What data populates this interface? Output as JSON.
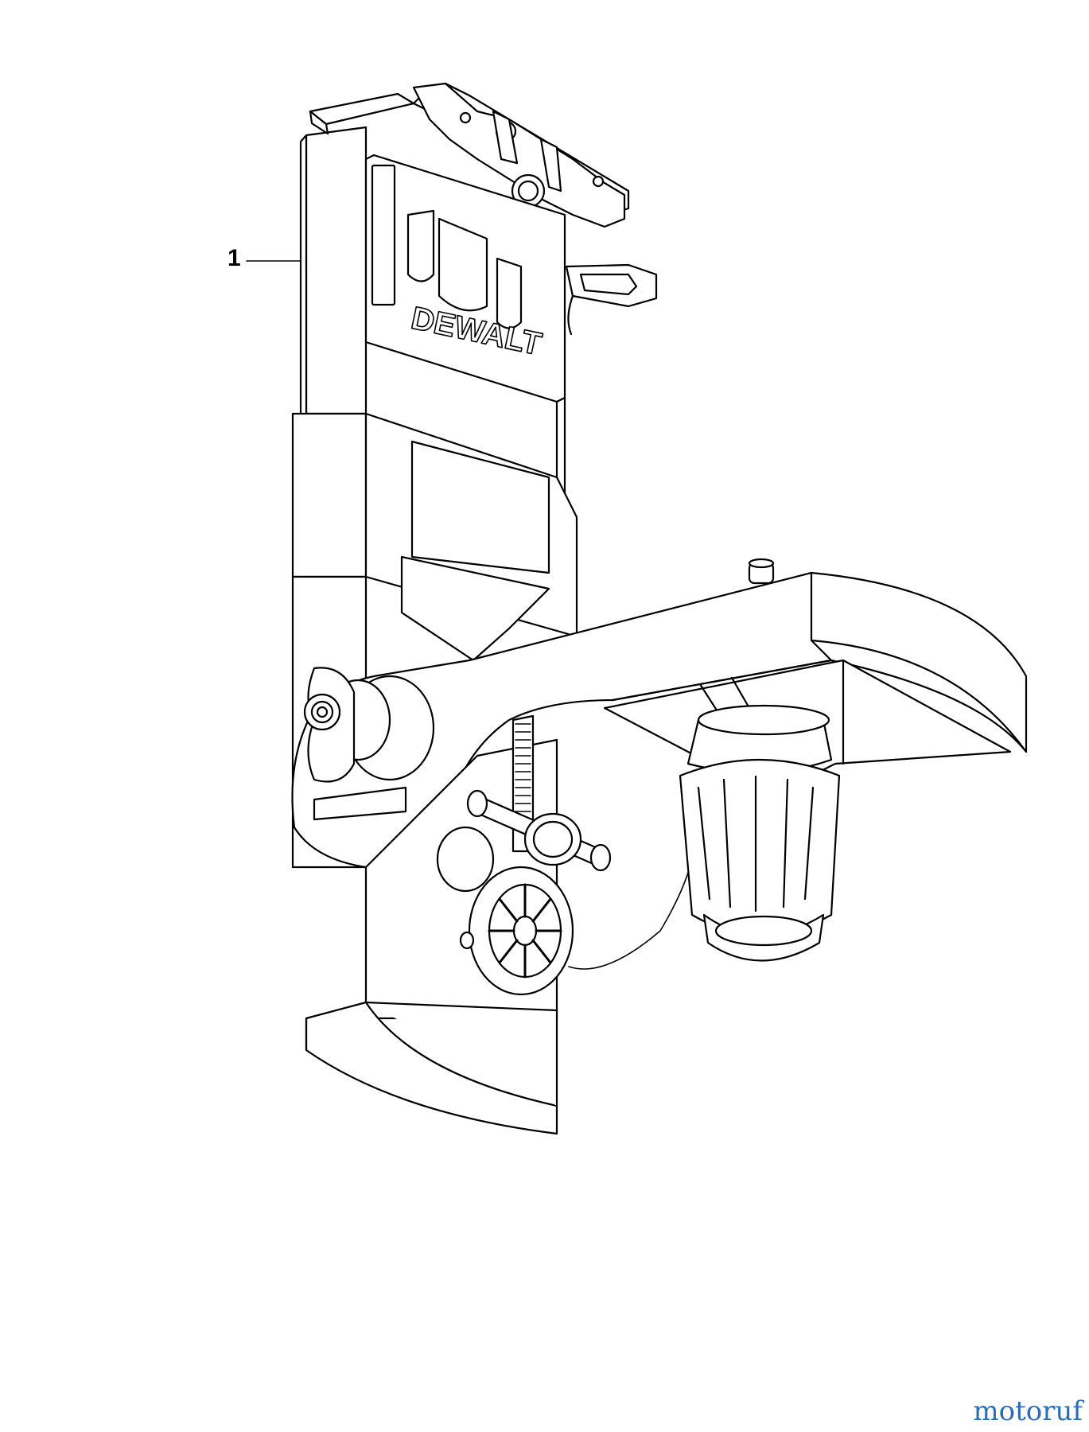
{
  "diagram": {
    "callouts": [
      {
        "id": "1",
        "label": "1"
      }
    ],
    "brand_mark": "DEWALT",
    "colors": {
      "line": "#000000",
      "background": "#ffffff"
    }
  },
  "watermark": {
    "text": "motoruf"
  }
}
